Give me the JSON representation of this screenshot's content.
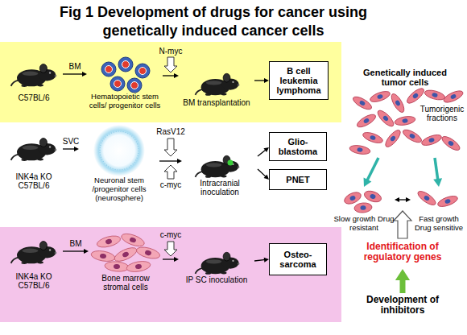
{
  "diagram": {
    "title": "Fig 1 Development of drugs for cancer using genetically induced cancer cells",
    "nodes": [
      {
        "text": [
          "C57BL/6"
        ]
      },
      {
        "text": [
          "Hematopoietic stem cells/ progenitor cells"
        ]
      },
      {
        "text": [
          "BM transplantation"
        ]
      },
      {
        "text": [
          "B cell leukemia lymphoma"
        ]
      },
      {
        "text": [
          "INK4a KO C57BL/6"
        ]
      },
      {
        "text": [
          "Neuronal stem /progenitor cells (neurosphere)"
        ]
      },
      {
        "text": [
          "Intracranial inoculation"
        ]
      },
      {
        "text": [
          "Glio-blastoma"
        ]
      },
      {
        "text": [
          "PNET"
        ]
      },
      {
        "text": [
          "INK4a KO C57BL/6"
        ]
      },
      {
        "text": [
          "Bone marrow stromal cells"
        ]
      },
      {
        "text": [
          "IP SC inoculation"
        ]
      },
      {
        "text": [
          "Osteo-sarcoma"
        ]
      },
      {
        "text": [
          "Genetically induced tumor cells",
          "Tumorigenic fractions"
        ]
      },
      {
        "text": [
          "Slow growth Drug resistant"
        ]
      },
      {
        "text": [
          "Fast growth Drug sensitive"
        ]
      },
      {
        "text": [
          "Identification of regulatory genes"
        ]
      },
      {
        "text": [
          "Development of inhibitors"
        ]
      }
    ],
    "edges": [
      {
        "from": 0,
        "to": 1,
        "label": "BM",
        "arrow": "to"
      },
      {
        "from": 1,
        "to": 2,
        "arrow": "to"
      },
      {
        "from": 2,
        "to": 3,
        "arrow": "to"
      },
      {
        "from": 4,
        "to": 5,
        "label": "SVC",
        "arrow": "to"
      },
      {
        "from": 5,
        "to": 6,
        "arrow": "to"
      },
      {
        "from": 6,
        "to": 7,
        "arrow": "to"
      },
      {
        "from": 6,
        "to": 8,
        "arrow": "to"
      },
      {
        "from": 9,
        "to": 10,
        "label": "BM",
        "arrow": "to"
      },
      {
        "from": 10,
        "to": 11,
        "arrow": "to"
      },
      {
        "from": 11,
        "to": 12,
        "arrow": "to"
      },
      {
        "from": 13,
        "to": 14,
        "arrow": "to"
      },
      {
        "from": 13,
        "to": 15,
        "arrow": "to"
      },
      {
        "from": 14,
        "to": 15,
        "arrow": "both"
      },
      {
        "from": 17,
        "to": 16,
        "arrow": "to"
      }
    ],
    "labels": [
      "N-myc",
      "RasV12",
      "c-myc",
      "c-myc"
    ]
  }
}
